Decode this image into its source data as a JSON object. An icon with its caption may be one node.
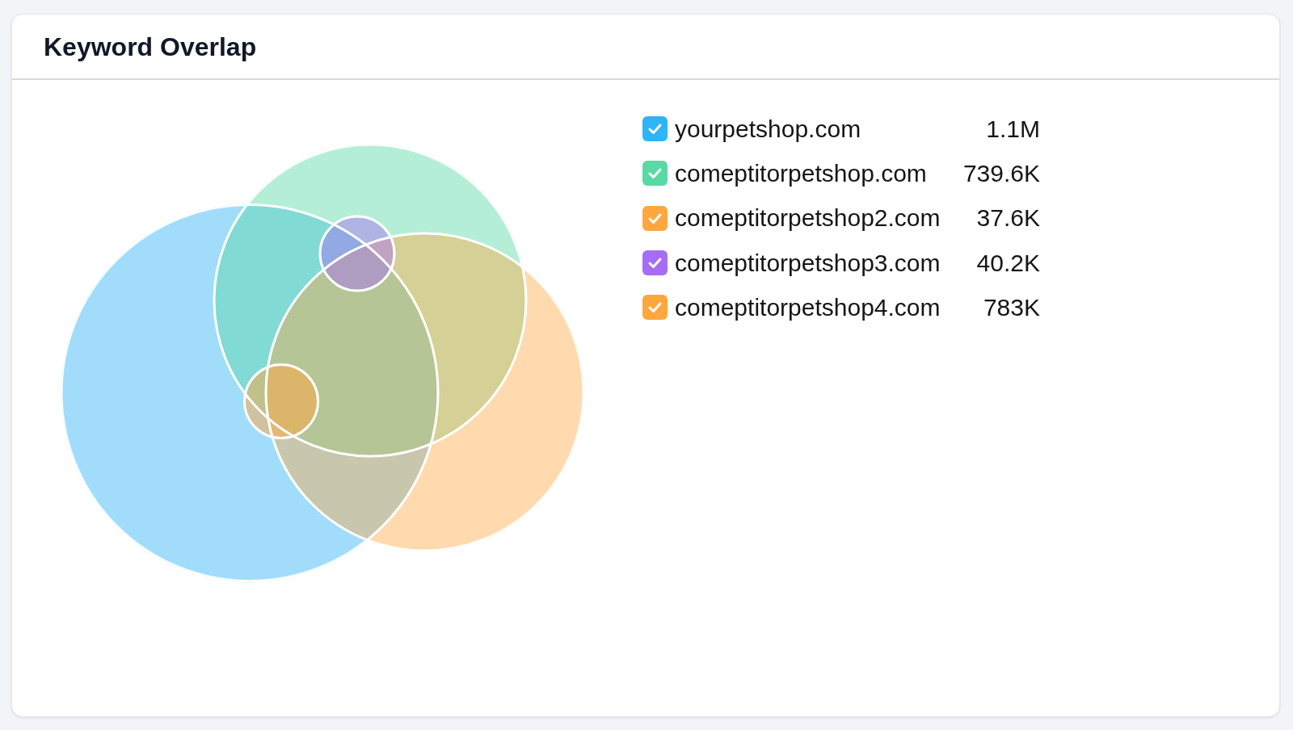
{
  "diagram": {
    "title": "Keyword Overlap",
    "legend": [
      {
        "text": "yourpetshop.com",
        "color": "#2eb4f7"
      },
      {
        "text": "comeptitorpetshop.com",
        "color": "#5ad9a4"
      },
      {
        "text": "comeptitorpetshop2.com",
        "color": "#ffa73f"
      },
      {
        "text": "comeptitorpetshop3.com",
        "color": "#a66cf6"
      },
      {
        "text": "comeptitorpetshop4.com",
        "color": "#ffa73f"
      }
    ],
    "labels": [
      "1.1M",
      "739.6K",
      "37.6K",
      "40.2K",
      "783K"
    ]
  }
}
